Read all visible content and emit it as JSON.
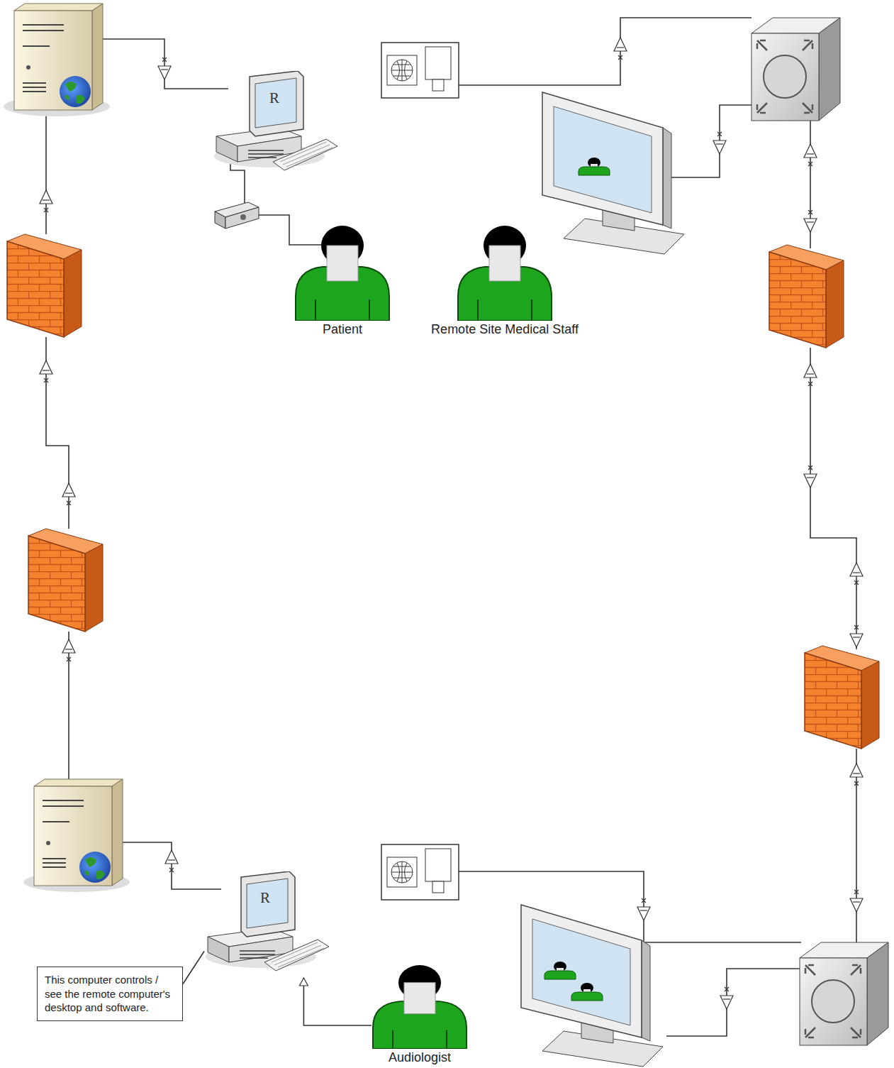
{
  "diagram": {
    "nodes": [
      {
        "text": [
          "R"
        ]
      },
      {
        "text": [
          "Patient"
        ]
      },
      {
        "text": [
          "Remote Site Medical Staff"
        ]
      },
      {
        "text": [
          "R"
        ]
      },
      {
        "text": [
          "This computer controls / see the remote computer's desktop and software."
        ]
      },
      {
        "text": [
          "Audiologist"
        ]
      }
    ],
    "edges": [
      {
        "from": 5,
        "to": 3,
        "arrow": "to"
      },
      {
        "from": 4,
        "to": 3,
        "arrow": "none"
      }
    ]
  }
}
